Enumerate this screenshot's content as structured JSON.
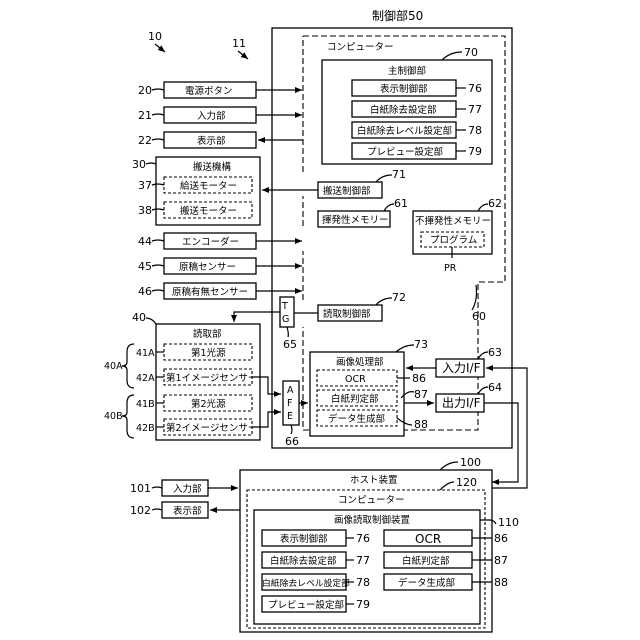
{
  "refs": {
    "r10": "10",
    "r11": "11",
    "r20": "20",
    "r21": "21",
    "r22": "22",
    "r30": "30",
    "r37": "37",
    "r38": "38",
    "r44": "44",
    "r45": "45",
    "r46": "46",
    "r40": "40",
    "r40A": "40A",
    "r41A": "41A",
    "r42A": "42A",
    "r40B": "40B",
    "r41B": "41B",
    "r42B": "42B",
    "r65": "65",
    "r66": "66",
    "r60": "60",
    "r61": "61",
    "r62": "62",
    "r63": "63",
    "r64": "64",
    "r70": "70",
    "r71": "71",
    "r72": "72",
    "r73": "73",
    "r76": "76",
    "r77": "77",
    "r78": "78",
    "r79": "79",
    "r86": "86",
    "r87": "87",
    "r88": "88",
    "r100": "100",
    "r101": "101",
    "r102": "102",
    "r110": "110",
    "r120": "120",
    "pr": "PR"
  },
  "labels": {
    "control_unit": "制御部50",
    "computer": "コンピューター",
    "main_control": "主制御部",
    "display_control": "表示制御部",
    "blank_removal_setting": "白紙除去設定部",
    "blank_removal_level_setting": "白紙除去レベル設定部",
    "preview_setting": "プレビュー設定部",
    "power_button": "電源ボタン",
    "input_unit": "入力部",
    "display_unit": "表示部",
    "transport_mechanism": "搬送機構",
    "feed_motor": "給送モーター",
    "transport_motor": "搬送モーター",
    "transport_control": "搬送制御部",
    "volatile_memory": "揮発性メモリー",
    "nonvolatile_memory": "不揮発性メモリー",
    "program": "プログラム",
    "encoder": "エンコーダー",
    "document_sensor": "原稿センサー",
    "document_presence_sensor": "原稿有無センサー",
    "tg": "TG",
    "reading_control": "読取制御部",
    "reading_unit": "読取部",
    "light_source_1": "第1光源",
    "image_sensor_1": "第1イメージセンサー",
    "light_source_2": "第2光源",
    "image_sensor_2": "第2イメージセンサー",
    "afe": "AFE",
    "image_processing": "画像処理部",
    "ocr": "OCR",
    "blank_judgment": "白紙判定部",
    "data_generation": "データ生成部",
    "input_if": "入力I/F",
    "output_if": "出力I/F",
    "host_device": "ホスト装置",
    "host_computer": "コンピューター",
    "image_reading_control_device": "画像読取制御装置",
    "host_input_unit": "入力部",
    "host_display_unit": "表示部",
    "h_display_control": "表示制御部",
    "h_blank_removal_setting": "白紙除去設定部",
    "h_blank_removal_level_setting": "白紙除去レベル設定部",
    "h_preview_setting": "プレビュー設定部",
    "h_ocr": "OCR",
    "h_blank_judgment": "白紙判定部",
    "h_data_generation": "データ生成部"
  }
}
